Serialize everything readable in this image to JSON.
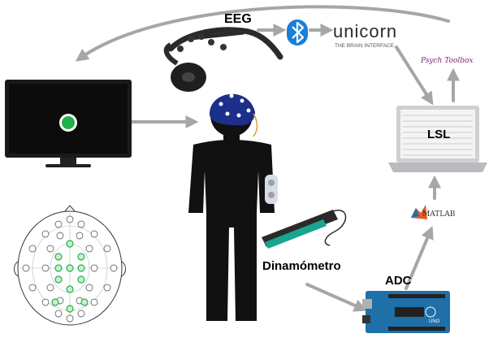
{
  "labels": {
    "eeg": "EEG",
    "lsl": "LSL",
    "adc": "ADC",
    "dinamometro": "Dinamómetro",
    "unicorn_logo": "unicorn",
    "unicorn_tagline": "THE BRAIN INTERFACE",
    "matlab": "MATLAB",
    "psych_toolbox": "Psych Toolbox",
    "arduino": "UNO"
  },
  "colors": {
    "arrow": "#a6a6a6",
    "body": "#111111",
    "cap": "#1c2f8a",
    "monitor_dot": "#22b04a",
    "bluetooth": "#1a7fd8",
    "arduino": "#1f6fa8",
    "dynamometer": "#1aa58f"
  },
  "icons": [
    "bluetooth-icon",
    "monitor-icon",
    "laptop-icon",
    "eeg-headset-icon",
    "eeg-cap-icon",
    "human-silhouette-icon",
    "dynamometer-icon",
    "arduino-board-icon",
    "matlab-logo-icon",
    "electrode-map-icon"
  ]
}
